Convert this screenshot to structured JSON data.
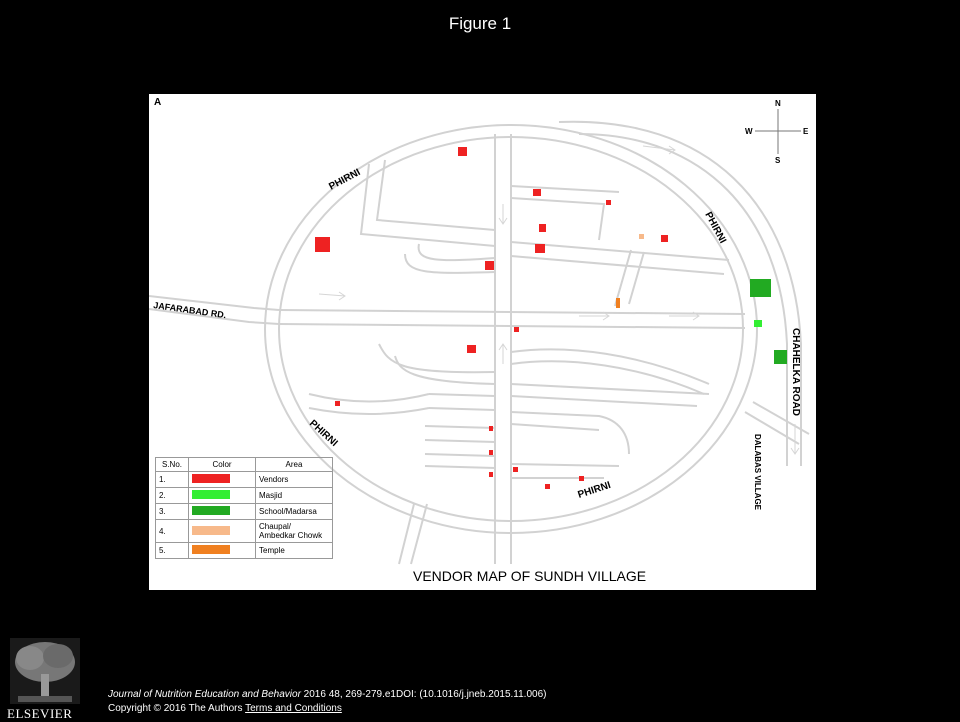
{
  "figure_title": "Figure 1",
  "map": {
    "panel_letter": "A",
    "caption": "VENDOR MAP OF SUNDH VILLAGE",
    "compass": {
      "n": "N",
      "s": "S",
      "e": "E",
      "w": "W"
    },
    "road_labels": {
      "phirni_top": "PHIRNI",
      "phirni_right": "PHIRNI",
      "phirni_left": "PHIRNI",
      "phirni_bottom": "PHIRNI",
      "jafarabad": "JAFARABAD RD.",
      "chahelka": "CHAHELKA ROAD",
      "dalabas": "DALABAS VILLAGE"
    },
    "colors": {
      "vendors": "#ee2222",
      "masjid": "#33ee33",
      "school": "#22aa22",
      "chaupal": "#f7b98a",
      "temple": "#f08020",
      "road": "#cfcfcf"
    }
  },
  "legend": {
    "headers": {
      "no": "S.No.",
      "color": "Color",
      "area": "Area"
    },
    "rows": [
      {
        "no": "1.",
        "area": "Vendors",
        "color": "#ee2222"
      },
      {
        "no": "2.",
        "area": "Masjid",
        "color": "#33ee33"
      },
      {
        "no": "3.",
        "area": "School/Madarsa",
        "color": "#22aa22"
      },
      {
        "no": "4.",
        "area": "Chaupal/ Ambedkar Chowk",
        "color": "#f7b98a"
      },
      {
        "no": "5.",
        "area": "Temple",
        "color": "#f08020"
      }
    ]
  },
  "publisher": {
    "logo_text": "ELSEVIER"
  },
  "citation": {
    "journal": "Journal of Nutrition Education and Behavior",
    "details": " 2016 48, 269-279.e1DOI: (10.1016/j.jneb.2015.11.006)",
    "copyright": "Copyright © 2016 The Authors",
    "terms": "Terms and Conditions"
  }
}
